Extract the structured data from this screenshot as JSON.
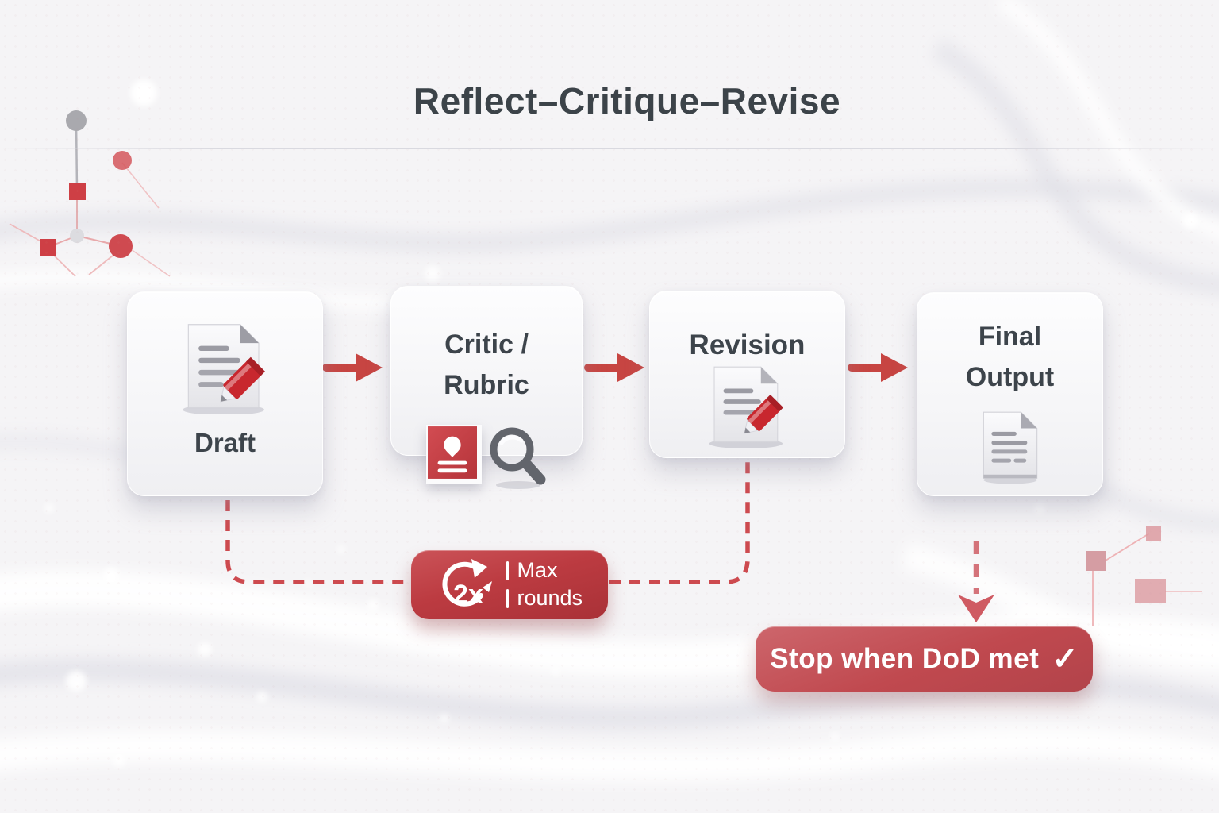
{
  "title": "Reflect–Critique–Revise",
  "flow": {
    "draft": {
      "label": "Draft"
    },
    "critic": {
      "line1": "Critic /",
      "line2": "Rubric"
    },
    "revision": {
      "label": "Revision"
    },
    "final": {
      "line1": "Final",
      "line2": "Output"
    }
  },
  "loop_badge": {
    "multiplier": "2x",
    "word1": "Max",
    "word2": "rounds"
  },
  "stop_badge": {
    "text": "Stop when DoD met",
    "check": "✓"
  },
  "colors": {
    "arrow_red": "#c74542",
    "loop_badge_red": "#bc3b41",
    "stop_badge_red": "#c0494f",
    "pencil_red": "#c8272e",
    "text_dark": "#3d444b",
    "doc_gray": "#9b9ba3"
  }
}
